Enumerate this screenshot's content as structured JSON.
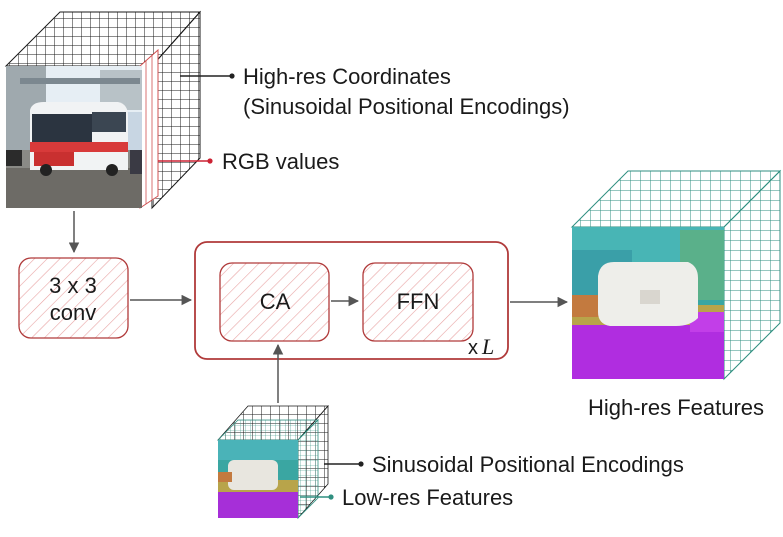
{
  "labels": {
    "highres_coords_line1": "High-res Coordinates",
    "highres_coords_line2": "(Sinusoidal Positional Encodings)",
    "rgb_values": "RGB values",
    "conv_line1": "3 x 3",
    "conv_line2": "conv",
    "ca": "CA",
    "ffn": "FFN",
    "repeat_prefix": "x",
    "repeat_var": "L",
    "highres_features": "High-res Features",
    "sinusoidal_pe": "Sinusoidal Positional Encodings",
    "lowres_features": "Low-res Features"
  },
  "colors": {
    "box_border": "#b03a3a",
    "box_hatch": "#e8a3a3",
    "rgb_grid": "#d05050",
    "pe_grid": "#1a1a1a",
    "feature_grid": "#2f8f80",
    "rgb_marker": "#cc2233",
    "pe_marker": "#222222",
    "lowres_marker": "#2f8f80",
    "arrow": "#555555"
  },
  "icons": {
    "input_image": "photo-of-bus-on-street",
    "highres_feature_map": "feature-map-white-blob-purple-bottom",
    "lowres_feature_map": "low-res-feature-map"
  }
}
